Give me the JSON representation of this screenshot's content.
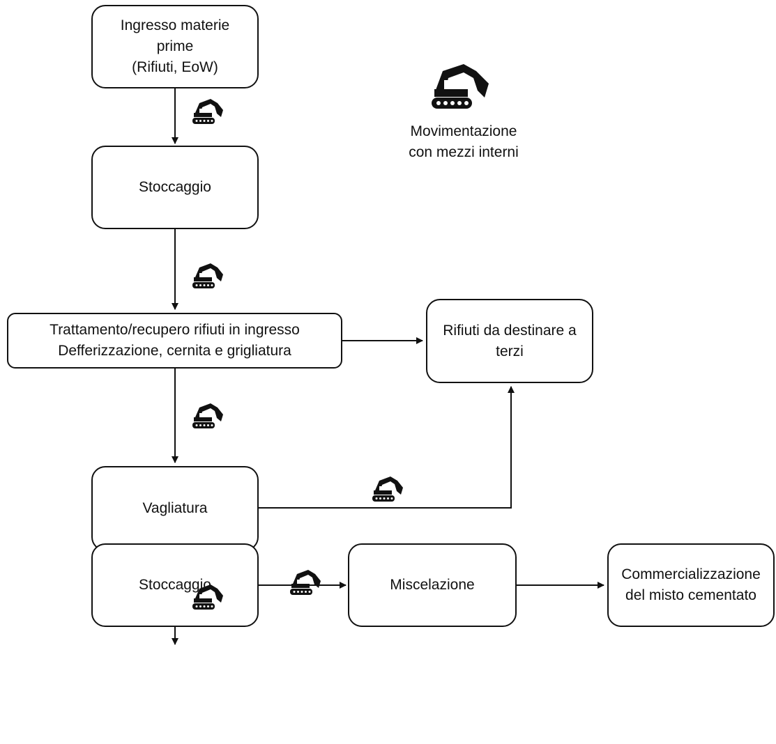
{
  "diagram": {
    "nodes": {
      "ingresso": "Ingresso materie\nprime\n(Rifiuti, EoW)",
      "stoccaggio_1": "Stoccaggio",
      "trattamento": "Trattamento/recupero rifiuti in ingresso\nDefferizzazione, cernita e grigliatura",
      "rifiuti_terzi": "Rifiuti da destinare a\nterzi",
      "vagliatura": "Vagliatura",
      "stoccaggio_2": "Stoccaggio",
      "miscelazione": "Miscelazione",
      "commercializzazione": "Commercializzazione\ndel misto cementato"
    },
    "legend": {
      "icon": "excavator-icon",
      "label": "Movimentazione\ncon mezzi interni"
    },
    "colors": {
      "line": "#111111",
      "background": "#ffffff"
    }
  }
}
